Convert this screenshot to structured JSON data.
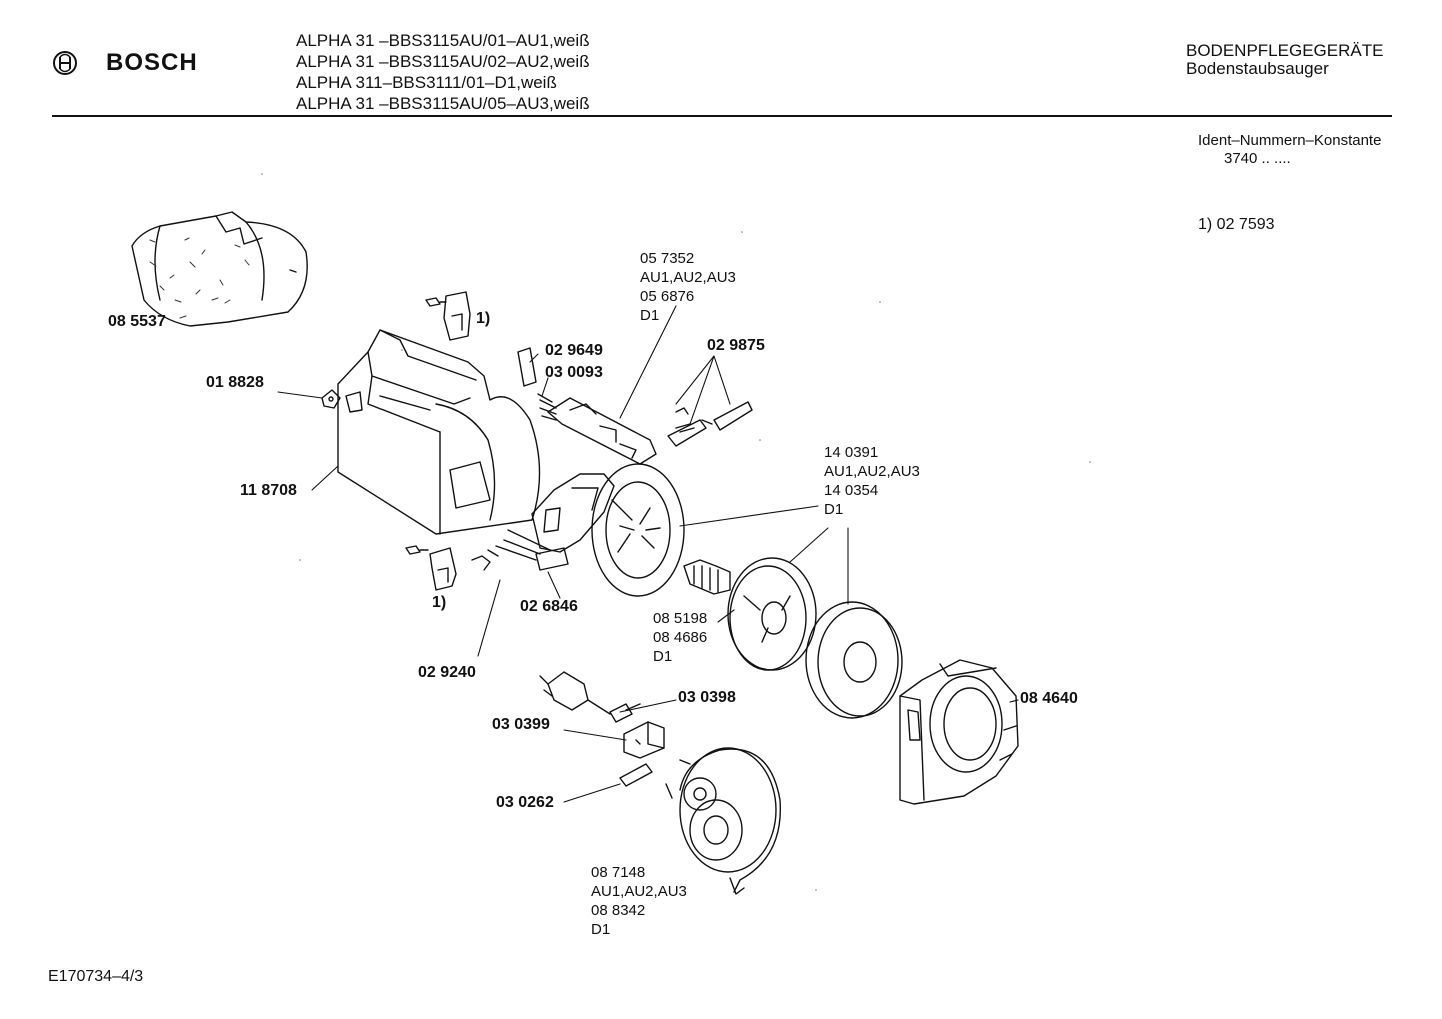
{
  "header": {
    "brand": "BOSCH",
    "models": [
      "ALPHA 31  –BBS3115AU/01–AU1,weiß",
      "ALPHA 31  –BBS3115AU/02–AU2,weiß",
      "ALPHA 311–BBS3111/01–D1,weiß",
      "ALPHA 31  –BBS3115AU/05–AU3,weiß"
    ],
    "category": "BODENPFLEGEGERÄTE",
    "subcategory": "Bodenstaubsauger"
  },
  "ident": {
    "label": "Ident–Nummern–Konstante",
    "value": "3740  .. ....",
    "note": "1)   02 7593"
  },
  "parts": {
    "p085537": "08 5537",
    "p018828": "01 8828",
    "p118708": "11 8708",
    "fn1_top": "1)",
    "fn1_bottom": "1)",
    "p029649": "02 9649",
    "p030093": "03 0093",
    "p057352": [
      "05 7352",
      "AU1,AU2,AU3",
      "05 6876",
      "D1"
    ],
    "p029875": "02 9875",
    "p140391": [
      "14 0391",
      "AU1,AU2,AU3",
      "14 0354",
      "D1"
    ],
    "p026846": "02 6846",
    "p029240": "02 9240",
    "p085198": [
      "08 5198",
      "08 4686",
      "D1"
    ],
    "p084640": "08 4640",
    "p030398": "03 0398",
    "p030399": "03 0399",
    "p030262": "03 0262",
    "p087148": [
      "08 7148",
      "AU1,AU2,AU3",
      "08 8342",
      "D1"
    ]
  },
  "footer": {
    "code": "E170734–4/3"
  }
}
